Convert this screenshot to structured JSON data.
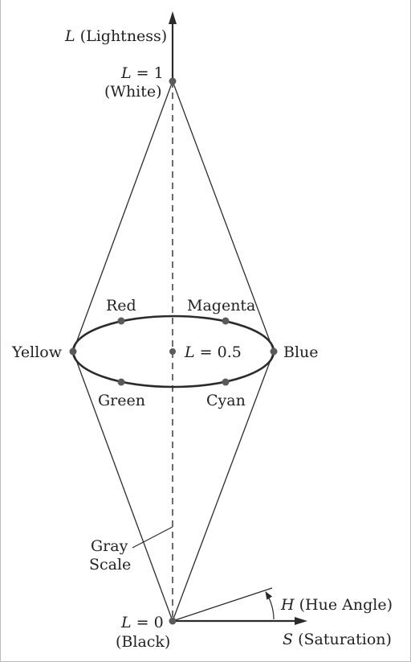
{
  "axis": {
    "lightness_symbol": "L",
    "lightness_label": "(Lightness)",
    "white_eq": "= 1",
    "white_label": "(White)",
    "black_eq": "= 0",
    "black_label": "(Black)",
    "mid_eq": "= 0.5",
    "hue_symbol": "H",
    "hue_label": "(Hue Angle)",
    "sat_symbol": "S",
    "sat_label": "(Saturation)"
  },
  "hues": {
    "red": "Red",
    "magenta": "Magenta",
    "yellow": "Yellow",
    "blue": "Blue",
    "green": "Green",
    "cyan": "Cyan"
  },
  "gray_scale": {
    "line1": "Gray",
    "line2": "Scale"
  },
  "colors": {
    "line": "#2b2b2b",
    "dot": "#5a5a5a",
    "dash": "#6b6b6b",
    "frame": "#b9b9b9"
  }
}
